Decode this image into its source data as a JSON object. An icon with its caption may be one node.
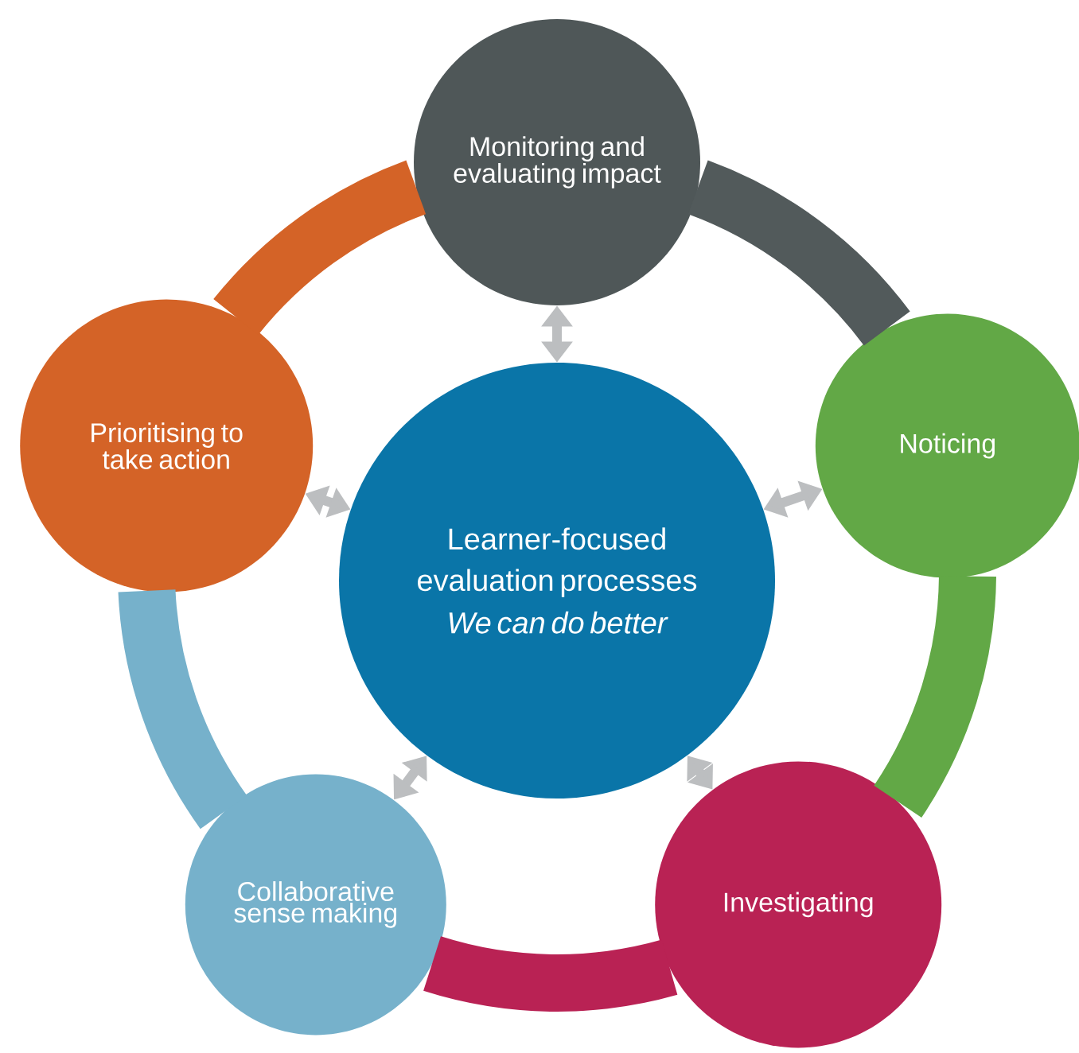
{
  "diagram": {
    "nodes": [
      {
        "text": [
          "Monitoring and evaluating impact"
        ]
      },
      {
        "text": [
          "Prioritising to take action"
        ]
      },
      {
        "text": [
          "Noticing"
        ]
      },
      {
        "text": [
          "Learner-focused evaluation processes",
          "We can do better"
        ]
      },
      {
        "text": [
          "Collaborative sense making"
        ]
      },
      {
        "text": [
          "Investigating"
        ]
      }
    ],
    "edges": [
      {
        "from": 0,
        "to": 2,
        "arrow": "none",
        "style": "thick",
        "color": "#525a5b"
      },
      {
        "from": 2,
        "to": 5,
        "arrow": "none",
        "style": "thick",
        "color": "#62a846"
      },
      {
        "from": 5,
        "to": 4,
        "arrow": "none",
        "style": "thick",
        "color": "#b92254"
      },
      {
        "from": 4,
        "to": 1,
        "arrow": "none",
        "style": "thick",
        "color": "#76b1cb"
      },
      {
        "from": 1,
        "to": 0,
        "arrow": "none",
        "style": "thick",
        "color": "#d46327"
      },
      {
        "from": 3,
        "to": 0,
        "arrow": "both",
        "color": "#bcbec0"
      },
      {
        "from": 3,
        "to": 2,
        "arrow": "both",
        "color": "#bcbec0"
      },
      {
        "from": 3,
        "to": 5,
        "arrow": "both",
        "color": "#bcbec0"
      },
      {
        "from": 3,
        "to": 4,
        "arrow": "both",
        "color": "#bcbec0"
      },
      {
        "from": 3,
        "to": 1,
        "arrow": "both",
        "color": "#bcbec0"
      }
    ]
  }
}
